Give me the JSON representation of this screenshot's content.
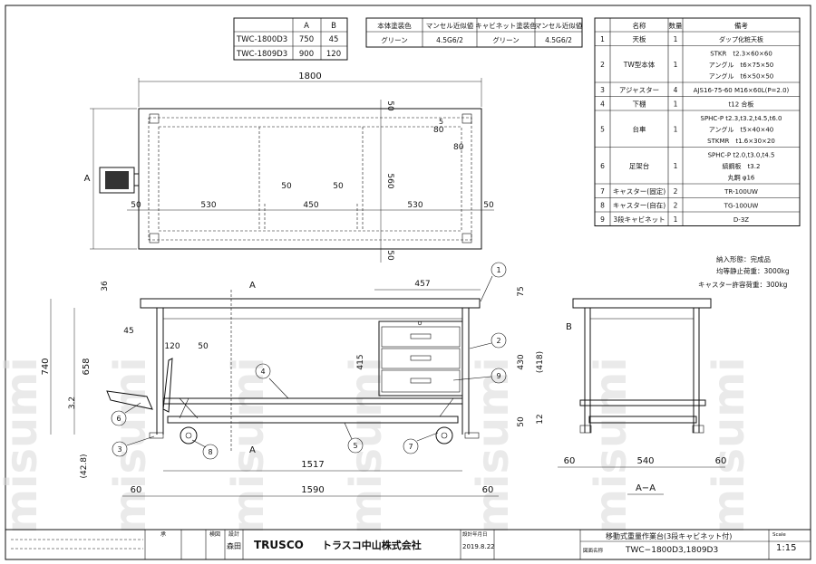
{
  "watermark": "misumi",
  "size_table": {
    "headers": [
      "",
      "A",
      "B"
    ],
    "rows": [
      [
        "TWC-1800D3",
        "750",
        "45"
      ],
      [
        "TWC-1809D3",
        "900",
        "120"
      ]
    ]
  },
  "color_table": {
    "headers": [
      "本体塗装色",
      "マンセル近似値",
      "キャビネット塗装色",
      "マンセル近似値"
    ],
    "row": [
      "グリーン",
      "4.5G6/2",
      "グリーン",
      "4.5G6/2"
    ]
  },
  "parts_table": {
    "headers": [
      "",
      "名称",
      "数量",
      "備考"
    ],
    "rows": [
      {
        "no": "1",
        "name": "天板",
        "qty": "1",
        "notes": [
          "ダップ化粧天板"
        ]
      },
      {
        "no": "2",
        "name": "TW型本体",
        "qty": "1",
        "notes": [
          "STKR　t2.3×60×60",
          "アングル　t6×75×50",
          "アングル　t6×50×50"
        ]
      },
      {
        "no": "3",
        "name": "アジャスター",
        "qty": "4",
        "notes": [
          "AJS16-75-60 M16×60L(P=2.0)"
        ]
      },
      {
        "no": "4",
        "name": "下棚",
        "qty": "1",
        "notes": [
          "t12 合板"
        ]
      },
      {
        "no": "5",
        "name": "台車",
        "qty": "1",
        "notes": [
          "SPHC-P t2.3,t3.2,t4.5,t6.0",
          "アングル　t5×40×40",
          "STKMR　t1.6×30×20"
        ]
      },
      {
        "no": "6",
        "name": "足架台",
        "qty": "1",
        "notes": [
          "SPHC-P t2.0,t3.0,t4.5",
          "縞鋼板　t3.2",
          "丸鋼 φ16"
        ]
      },
      {
        "no": "7",
        "name": "キャスター(固定)",
        "qty": "2",
        "notes": [
          "TR-100UW"
        ]
      },
      {
        "no": "8",
        "name": "キャスター(自在)",
        "qty": "2",
        "notes": [
          "TG-100UW"
        ]
      },
      {
        "no": "9",
        "name": "3段キャビネット",
        "qty": "1",
        "notes": [
          "D-3Z"
        ]
      }
    ]
  },
  "notes": [
    "納入形態：完成品",
    "均等静止荷重：3000kg",
    "キャスター許容荷重：300kg"
  ],
  "dims_top": {
    "width": "1800",
    "a": "A",
    "fifty": "50",
    "x530a": "530",
    "x450": "450",
    "x530b": "530",
    "d560": "560",
    "s50a": "50",
    "s50b": "50",
    "c80": "80",
    "c5": "5",
    "c80b": "80"
  },
  "dims_front": {
    "d36": "36",
    "d457": "457",
    "d45": "45",
    "d120": "120",
    "d50": "50",
    "d740": "740",
    "d658": "658",
    "d415": "415",
    "d32": "3.2",
    "d428": "(42.8)",
    "d1517": "1517",
    "d1590": "1590",
    "d60a": "60",
    "d60b": "60",
    "secA": "A"
  },
  "dims_side": {
    "d75": "75",
    "d430": "430",
    "d418": "(418)",
    "d50": "50",
    "d12": "12",
    "d540": "540",
    "d60a": "60",
    "d60b": "60",
    "b": "B",
    "section": "A−A"
  },
  "balloons": [
    "1",
    "2",
    "3",
    "4",
    "5",
    "6",
    "7",
    "8",
    "9"
  ],
  "title_block": {
    "labels": [
      "承",
      "検図",
      "設計"
    ],
    "designer": "森田",
    "brand": "TRUSCO",
    "company": "トラスコ中山株式会社",
    "date_label": "設計年月日",
    "date": "2019.8.22",
    "drawing_title": "移動式重量作業台(3段キャビネット付)",
    "code_label": "図面名称",
    "code": "TWC−1800D3,1809D3",
    "scale_label": "Scale",
    "scale": "1:15"
  }
}
